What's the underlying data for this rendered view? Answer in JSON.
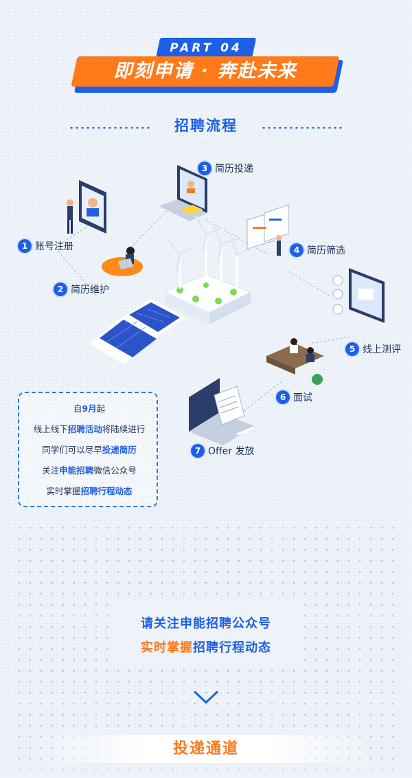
{
  "header": {
    "part_label": "PART 04",
    "title": "即刻申请 · 奔赴未来"
  },
  "section": {
    "title": "招聘流程"
  },
  "steps": [
    {
      "num": "1",
      "label": "账号注册"
    },
    {
      "num": "2",
      "label": "简历维护"
    },
    {
      "num": "3",
      "label": "简历投递"
    },
    {
      "num": "4",
      "label": "简历筛选"
    },
    {
      "num": "5",
      "label": "线上测评"
    },
    {
      "num": "6",
      "label": "面试"
    },
    {
      "num": "7",
      "label": "Offer 发放"
    }
  ],
  "notice": {
    "line1_a": "自",
    "line1_b": "9月",
    "line1_c": "起",
    "line2_a": "线上线下",
    "line2_b": "招聘活动",
    "line2_c": "将陆续进行",
    "line3_a": "同学们可以尽早",
    "line3_b": "投递简历",
    "line4_a": "关注",
    "line4_b": "申能招聘",
    "line4_c": "微信公众号",
    "line5_a": "实时掌握",
    "line5_b": "招聘行程动态"
  },
  "bottom": {
    "line1": "请关注申能招聘公众号",
    "line2_a": "实时掌握",
    "line2_b": "招聘行程动态",
    "button": "投递通道"
  },
  "colors": {
    "primary": "#1d5fe6",
    "accent": "#ff7a1a",
    "background": "#eef3f9"
  },
  "icons": [
    "chevron-down-icon"
  ]
}
